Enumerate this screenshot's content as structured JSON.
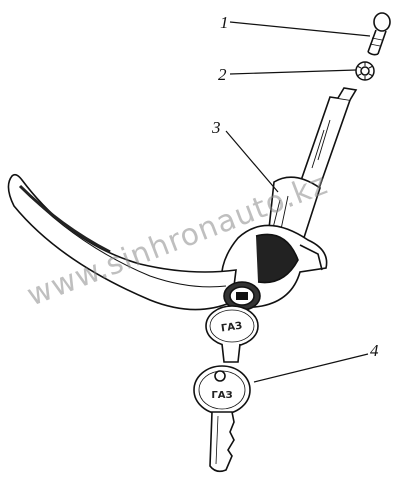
{
  "diagram": {
    "callouts": [
      {
        "number": "1",
        "part": "screw"
      },
      {
        "number": "2",
        "part": "lock-washer"
      },
      {
        "number": "3",
        "part": "door-handle"
      },
      {
        "number": "4",
        "part": "key"
      }
    ],
    "watermark": "www.sinhronauto.kz",
    "key_head_text": "ГАЗ",
    "key_bow_text": "ГАЗ"
  }
}
